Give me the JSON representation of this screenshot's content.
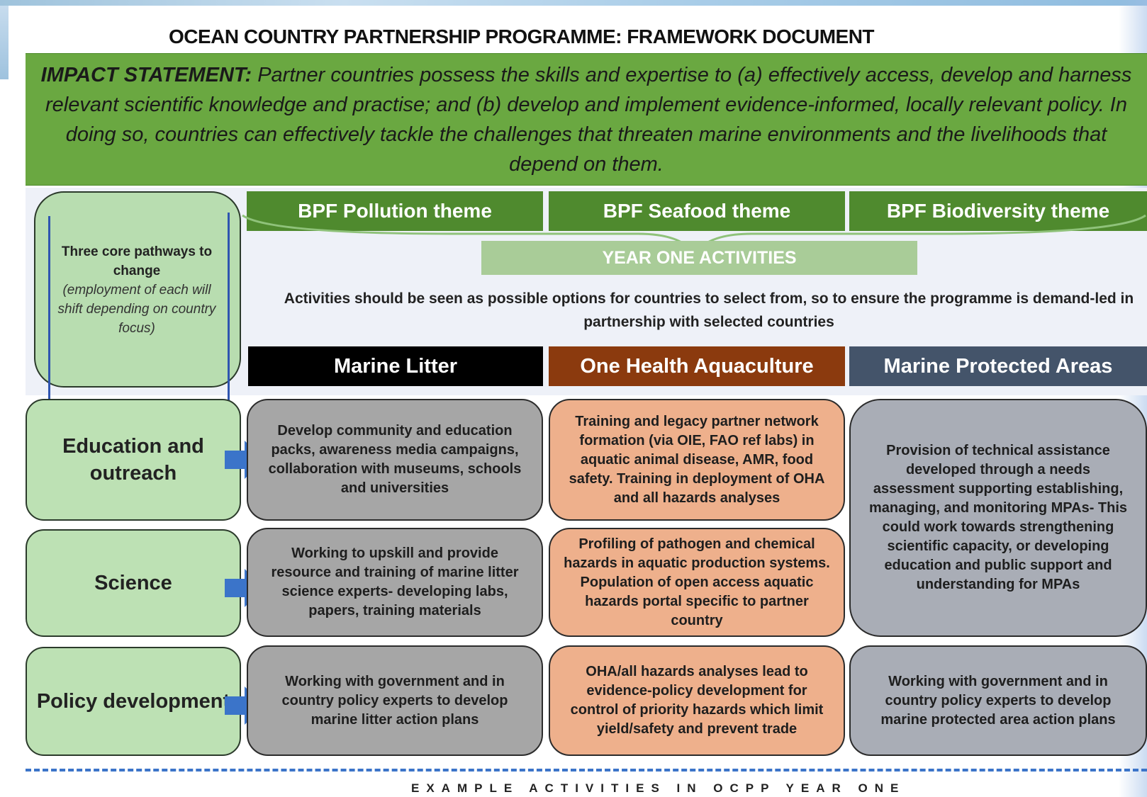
{
  "title": "OCEAN  COUNTRY PARTNERSHIP PROGRAMME: FRAMEWORK DOCUMENT",
  "impact": {
    "label": "IMPACT STATEMENT:",
    "text": " Partner countries possess the skills and expertise to (a) effectively access, develop and harness relevant scientific knowledge and practise; and (b) develop and implement evidence-informed, locally relevant policy. In doing so, countries can effectively tackle the challenges that threaten marine environments and the livelihoods that depend on them."
  },
  "pathways": {
    "heading": "Three core pathways to change",
    "subtext": "(employment of each will shift depending on country focus)"
  },
  "themes": [
    "BPF Pollution theme",
    "BPF Seafood theme",
    "BPF Biodiversity theme"
  ],
  "year_one": "YEAR  ONE ACTIVITIES",
  "note": "Activities should be seen as possible options for countries to select from, so to ensure the programme is demand-led in partnership with selected countries",
  "columns": [
    "Marine Litter",
    "One Health Aquaculture",
    "Marine Protected Areas"
  ],
  "rows": [
    "Education and outreach",
    "Science",
    "Policy development"
  ],
  "cells": {
    "litter_education": "Develop community and education packs, awareness media campaigns, collaboration with museums, schools and universities",
    "litter_science": "Working to upskill and provide resource and training of marine litter science experts- developing labs, papers, training materials",
    "litter_policy": "Working with government and in country policy experts to develop marine litter action plans",
    "aqua_education": "Training and legacy partner network formation (via OIE, FAO ref labs) in aquatic animal disease, AMR, food safety. Training in deployment of OHA and all hazards analyses",
    "aqua_science": "Profiling of pathogen and chemical hazards in aquatic production systems. Population of open access aquatic hazards portal specific to partner country",
    "aqua_policy": "OHA/all hazards analyses lead to evidence-policy development for control of priority hazards which limit yield/safety and prevent trade",
    "mpa_education_science": "Provision of technical assistance developed through a needs assessment supporting establishing, managing, and monitoring MPAs- This could work towards strengthening scientific capacity, or developing education and public support and understanding for MPAs",
    "mpa_policy": "Working with government and in country policy experts to develop marine protected area action plans"
  },
  "footer": "EXAMPLE ACTIVITIES IN OCPP YEAR ONE",
  "colors": {
    "impact_green": "#6aa841",
    "theme_green": "#4f8a2e",
    "year_green": "#a9cc98",
    "row_label_green": "#bde1b4",
    "litter_black": "#000000",
    "aqua_brown": "#8b3a0e",
    "mpa_slate": "#44546a",
    "arrow_blue": "#3b74c9"
  }
}
